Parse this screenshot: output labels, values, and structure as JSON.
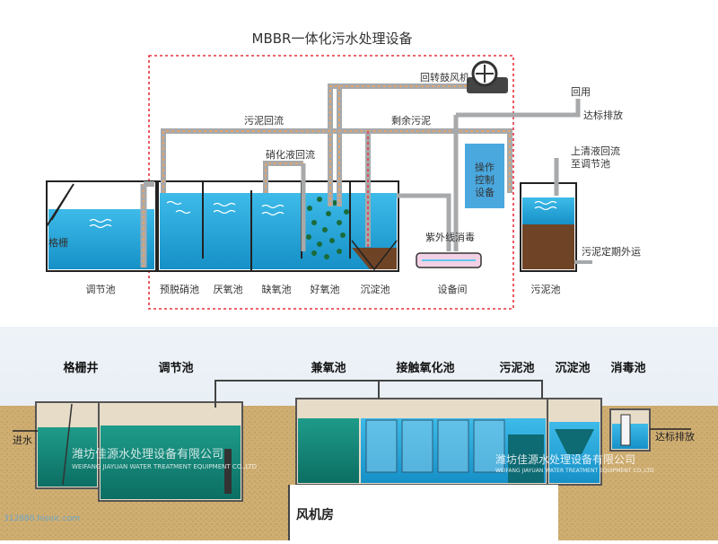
{
  "top_diagram": {
    "title": "MBBR一体化污水处理设备",
    "labels": {
      "blower": "回转鼓风机",
      "reuse": "回用",
      "standard_discharge": "达标排放",
      "sludge_return": "污泥回流",
      "excess_sludge": "剩余污泥",
      "nitrification_return": "硝化液回流",
      "supernatant_line1": "上清液回流",
      "supernatant_line2": "至调节池",
      "control_line1": "操作",
      "control_line2": "控制",
      "control_line3": "设备",
      "grille": "格栅",
      "uv": "紫外线消毒",
      "sludge_transport": "污泥定期外运"
    },
    "tanks": [
      "调节池",
      "预脱硝池",
      "厌氧池",
      "缺氧池",
      "好氧池",
      "沉淀池",
      "设备间",
      "污泥池"
    ]
  },
  "bottom_diagram": {
    "stages": [
      "格栅井",
      "调节池",
      "兼氧池",
      "接触氧化池",
      "污泥池",
      "沉淀池",
      "消毒池"
    ],
    "inlet": "进水",
    "outlet": "达标排放",
    "fan_room": "风机房",
    "watermark_left_cn": "潍坊佳源水处理设备有限公司",
    "watermark_left_en": "WEIFANG JIAYUAN WATER TREATMENT EQUIPMENT CO.,LTD",
    "watermark_right_cn": "潍坊佳源水处理设备有限公司",
    "watermark_right_en": "WEIFANG JIAYUAN WATER TREATMENT EQUIPMENT CO.,LTD",
    "site_mark": "312880.hisoic.com"
  },
  "colors": {
    "water": "#1aa9e1",
    "water_light": "#5fc9ef",
    "sludge": "#7a4a2a",
    "pipe": "#a7a9ab",
    "dashed_border": "#e8323c",
    "soil": "#c9a86a",
    "sky": "#e9eef4"
  }
}
